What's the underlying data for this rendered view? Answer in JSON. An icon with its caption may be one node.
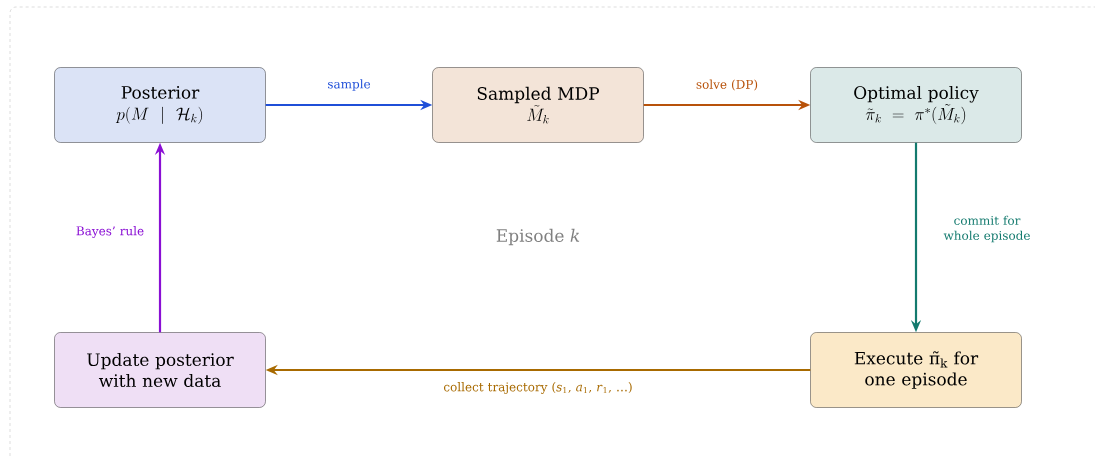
{
  "diagram": {
    "nodes": [
      {
        "text": [
          "Posterior",
          "p(M \\mid \\mathcal{H}_k)"
        ]
      },
      {
        "text": [
          "Sampled MDP",
          "\\tilde{M}_k"
        ]
      },
      {
        "text": [
          "Optimal policy",
          "\\tilde{\\pi}_k = \\pi^*(\\tilde{M}_k)"
        ]
      },
      {
        "text": [
          "Update posterior with new data"
        ]
      },
      {
        "text": [
          "Execute π̃$_{k}$ for one episode"
        ]
      }
    ],
    "edges": [
      {
        "from": 0,
        "to": 1,
        "arrow": "to",
        "label": "sample",
        "color": "#1f4fd8"
      },
      {
        "from": 1,
        "to": 2,
        "arrow": "to",
        "label": "solve (DP)",
        "color": "#b8520a"
      },
      {
        "from": 2,
        "to": 4,
        "arrow": "to",
        "label": "commit for whole episode",
        "color": "#137a6e"
      },
      {
        "from": 4,
        "to": 3,
        "arrow": "to",
        "label": "collect trajectory (*s*$_{1}$, *a*$_{1}$, *r*$_{1}$, …)",
        "color": "#a86a00"
      },
      {
        "from": 3,
        "to": 0,
        "arrow": "to",
        "label": "Bayes’ rule",
        "color": "#8a0fd4"
      }
    ],
    "labels": [
      "Episode *k*"
    ]
  }
}
